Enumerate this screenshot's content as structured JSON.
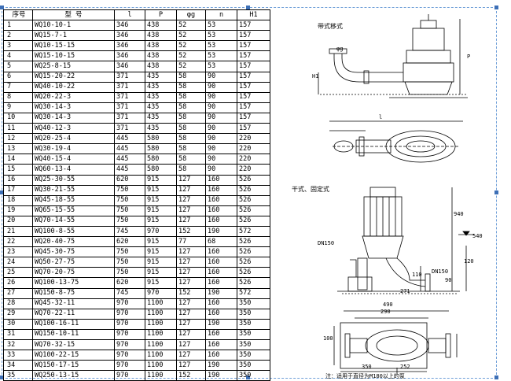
{
  "table": {
    "headers": [
      "序号",
      "型    号",
      "l",
      "P",
      "φg",
      "n",
      "H1"
    ],
    "rows": [
      [
        "1",
        "WQ10-10-1",
        "346",
        "438",
        "52",
        "53",
        "157"
      ],
      [
        "2",
        "WQ15-7-1",
        "346",
        "438",
        "52",
        "53",
        "157"
      ],
      [
        "3",
        "WQ10-15-15",
        "346",
        "438",
        "52",
        "53",
        "157"
      ],
      [
        "4",
        "WQ15-10-15",
        "346",
        "438",
        "52",
        "53",
        "157"
      ],
      [
        "5",
        "WQ25-8-15",
        "346",
        "438",
        "52",
        "53",
        "157"
      ],
      [
        "6",
        "WQ15-20-22",
        "371",
        "435",
        "58",
        "90",
        "157"
      ],
      [
        "7",
        "WQ40-10-22",
        "371",
        "435",
        "58",
        "90",
        "157"
      ],
      [
        "8",
        "WQ20-22-3",
        "371",
        "435",
        "58",
        "90",
        "157"
      ],
      [
        "9",
        "WQ30-14-3",
        "371",
        "435",
        "58",
        "90",
        "157"
      ],
      [
        "10",
        "WQ30-14-3",
        "371",
        "435",
        "58",
        "90",
        "157"
      ],
      [
        "11",
        "WQ40-12-3",
        "371",
        "435",
        "58",
        "90",
        "157"
      ],
      [
        "12",
        "WQ20-25-4",
        "445",
        "580",
        "58",
        "90",
        "220"
      ],
      [
        "13",
        "WQ30-19-4",
        "445",
        "580",
        "58",
        "90",
        "220"
      ],
      [
        "14",
        "WQ40-15-4",
        "445",
        "580",
        "58",
        "90",
        "220"
      ],
      [
        "15",
        "WQ60-13-4",
        "445",
        "580",
        "58",
        "90",
        "220"
      ],
      [
        "16",
        "WQ25-30-55",
        "620",
        "915",
        "127",
        "160",
        "526"
      ],
      [
        "17",
        "WQ30-21-55",
        "750",
        "915",
        "127",
        "160",
        "526"
      ],
      [
        "18",
        "WQ45-18-55",
        "750",
        "915",
        "127",
        "160",
        "526"
      ],
      [
        "19",
        "WQ65-15-55",
        "750",
        "915",
        "127",
        "160",
        "526"
      ],
      [
        "20",
        "WQ70-14-55",
        "750",
        "915",
        "127",
        "160",
        "526"
      ],
      [
        "21",
        "WQ100-8-55",
        "745",
        "970",
        "152",
        "190",
        "572"
      ],
      [
        "22",
        "WQ20-40-75",
        "620",
        "915",
        "77",
        "68",
        "526"
      ],
      [
        "23",
        "WQ45-30-75",
        "750",
        "915",
        "127",
        "160",
        "526"
      ],
      [
        "24",
        "WQ50-27-75",
        "750",
        "915",
        "127",
        "160",
        "526"
      ],
      [
        "25",
        "WQ70-20-75",
        "750",
        "915",
        "127",
        "160",
        "526"
      ],
      [
        "26",
        "WQ100-13-75",
        "620",
        "915",
        "127",
        "160",
        "526"
      ],
      [
        "27",
        "WQ150-8-75",
        "745",
        "970",
        "152",
        "190",
        "572"
      ],
      [
        "28",
        "WQ45-32-11",
        "970",
        "1100",
        "127",
        "160",
        "350"
      ],
      [
        "29",
        "WQ70-22-11",
        "970",
        "1100",
        "127",
        "160",
        "350"
      ],
      [
        "30",
        "WQ100-16-11",
        "970",
        "1100",
        "127",
        "190",
        "350"
      ],
      [
        "31",
        "WQ150-10-11",
        "970",
        "1100",
        "127",
        "160",
        "350"
      ],
      [
        "32",
        "WQ70-32-15",
        "970",
        "1100",
        "127",
        "160",
        "350"
      ],
      [
        "33",
        "WQ100-22-15",
        "970",
        "1100",
        "127",
        "160",
        "350"
      ],
      [
        "34",
        "WQ150-17-15",
        "970",
        "1100",
        "127",
        "190",
        "350"
      ],
      [
        "35",
        "WQ250-13-15",
        "970",
        "1100",
        "152",
        "190",
        "350"
      ]
    ]
  },
  "diagram": {
    "portable_title": "带式移式",
    "fixed_title": "干式、固定式",
    "dim_l": "l",
    "dim_p": "P",
    "dim_h1": "H1",
    "dim_phi": "φg",
    "outlet_dn": "DN150",
    "dim_940": "940",
    "dim_540": "540",
    "dim_120": "120",
    "dim_110": "110",
    "dim_90": "90",
    "dim_271": "271",
    "dim_490": "490",
    "dim_290": "290",
    "dim_350": "350",
    "dim_252": "252",
    "dim_100": "100",
    "note": "注：适用于直径为M180以上的泵"
  }
}
